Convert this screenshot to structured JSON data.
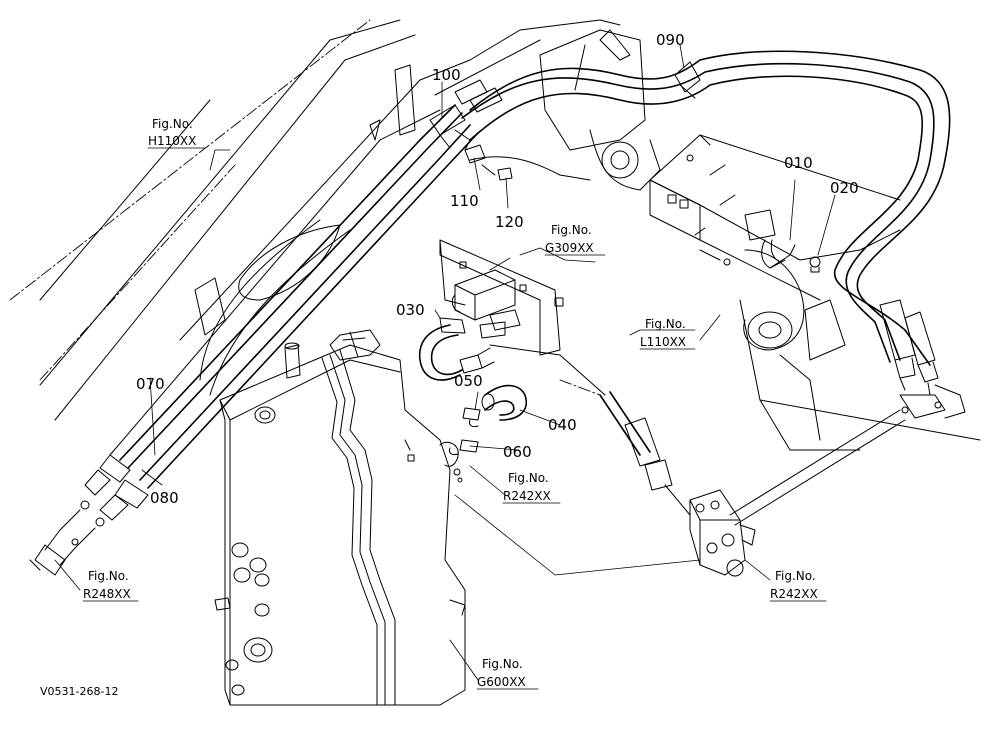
{
  "part_labels": {
    "p010": "010",
    "p020": "020",
    "p030": "030",
    "p040": "040",
    "p050": "050",
    "p060": "060",
    "p070": "070",
    "p080": "080",
    "p090": "090",
    "p100": "100",
    "p110": "110",
    "p120": "120"
  },
  "figure_refs": {
    "h110": {
      "caption": "Fig.No.",
      "code": "H110XX"
    },
    "g309": {
      "caption": "Fig.No.",
      "code": "G309XX"
    },
    "l110": {
      "caption": "Fig.No.",
      "code": "L110XX"
    },
    "r242_top": {
      "caption": "Fig.No.",
      "code": "R242XX"
    },
    "r242_bottom": {
      "caption": "Fig.No.",
      "code": "R242XX"
    },
    "r248": {
      "caption": "Fig.No.",
      "code": "R248XX"
    },
    "g600": {
      "caption": "Fig.No.",
      "code": "G600XX"
    }
  },
  "drawing_code": "V0531-268-12"
}
